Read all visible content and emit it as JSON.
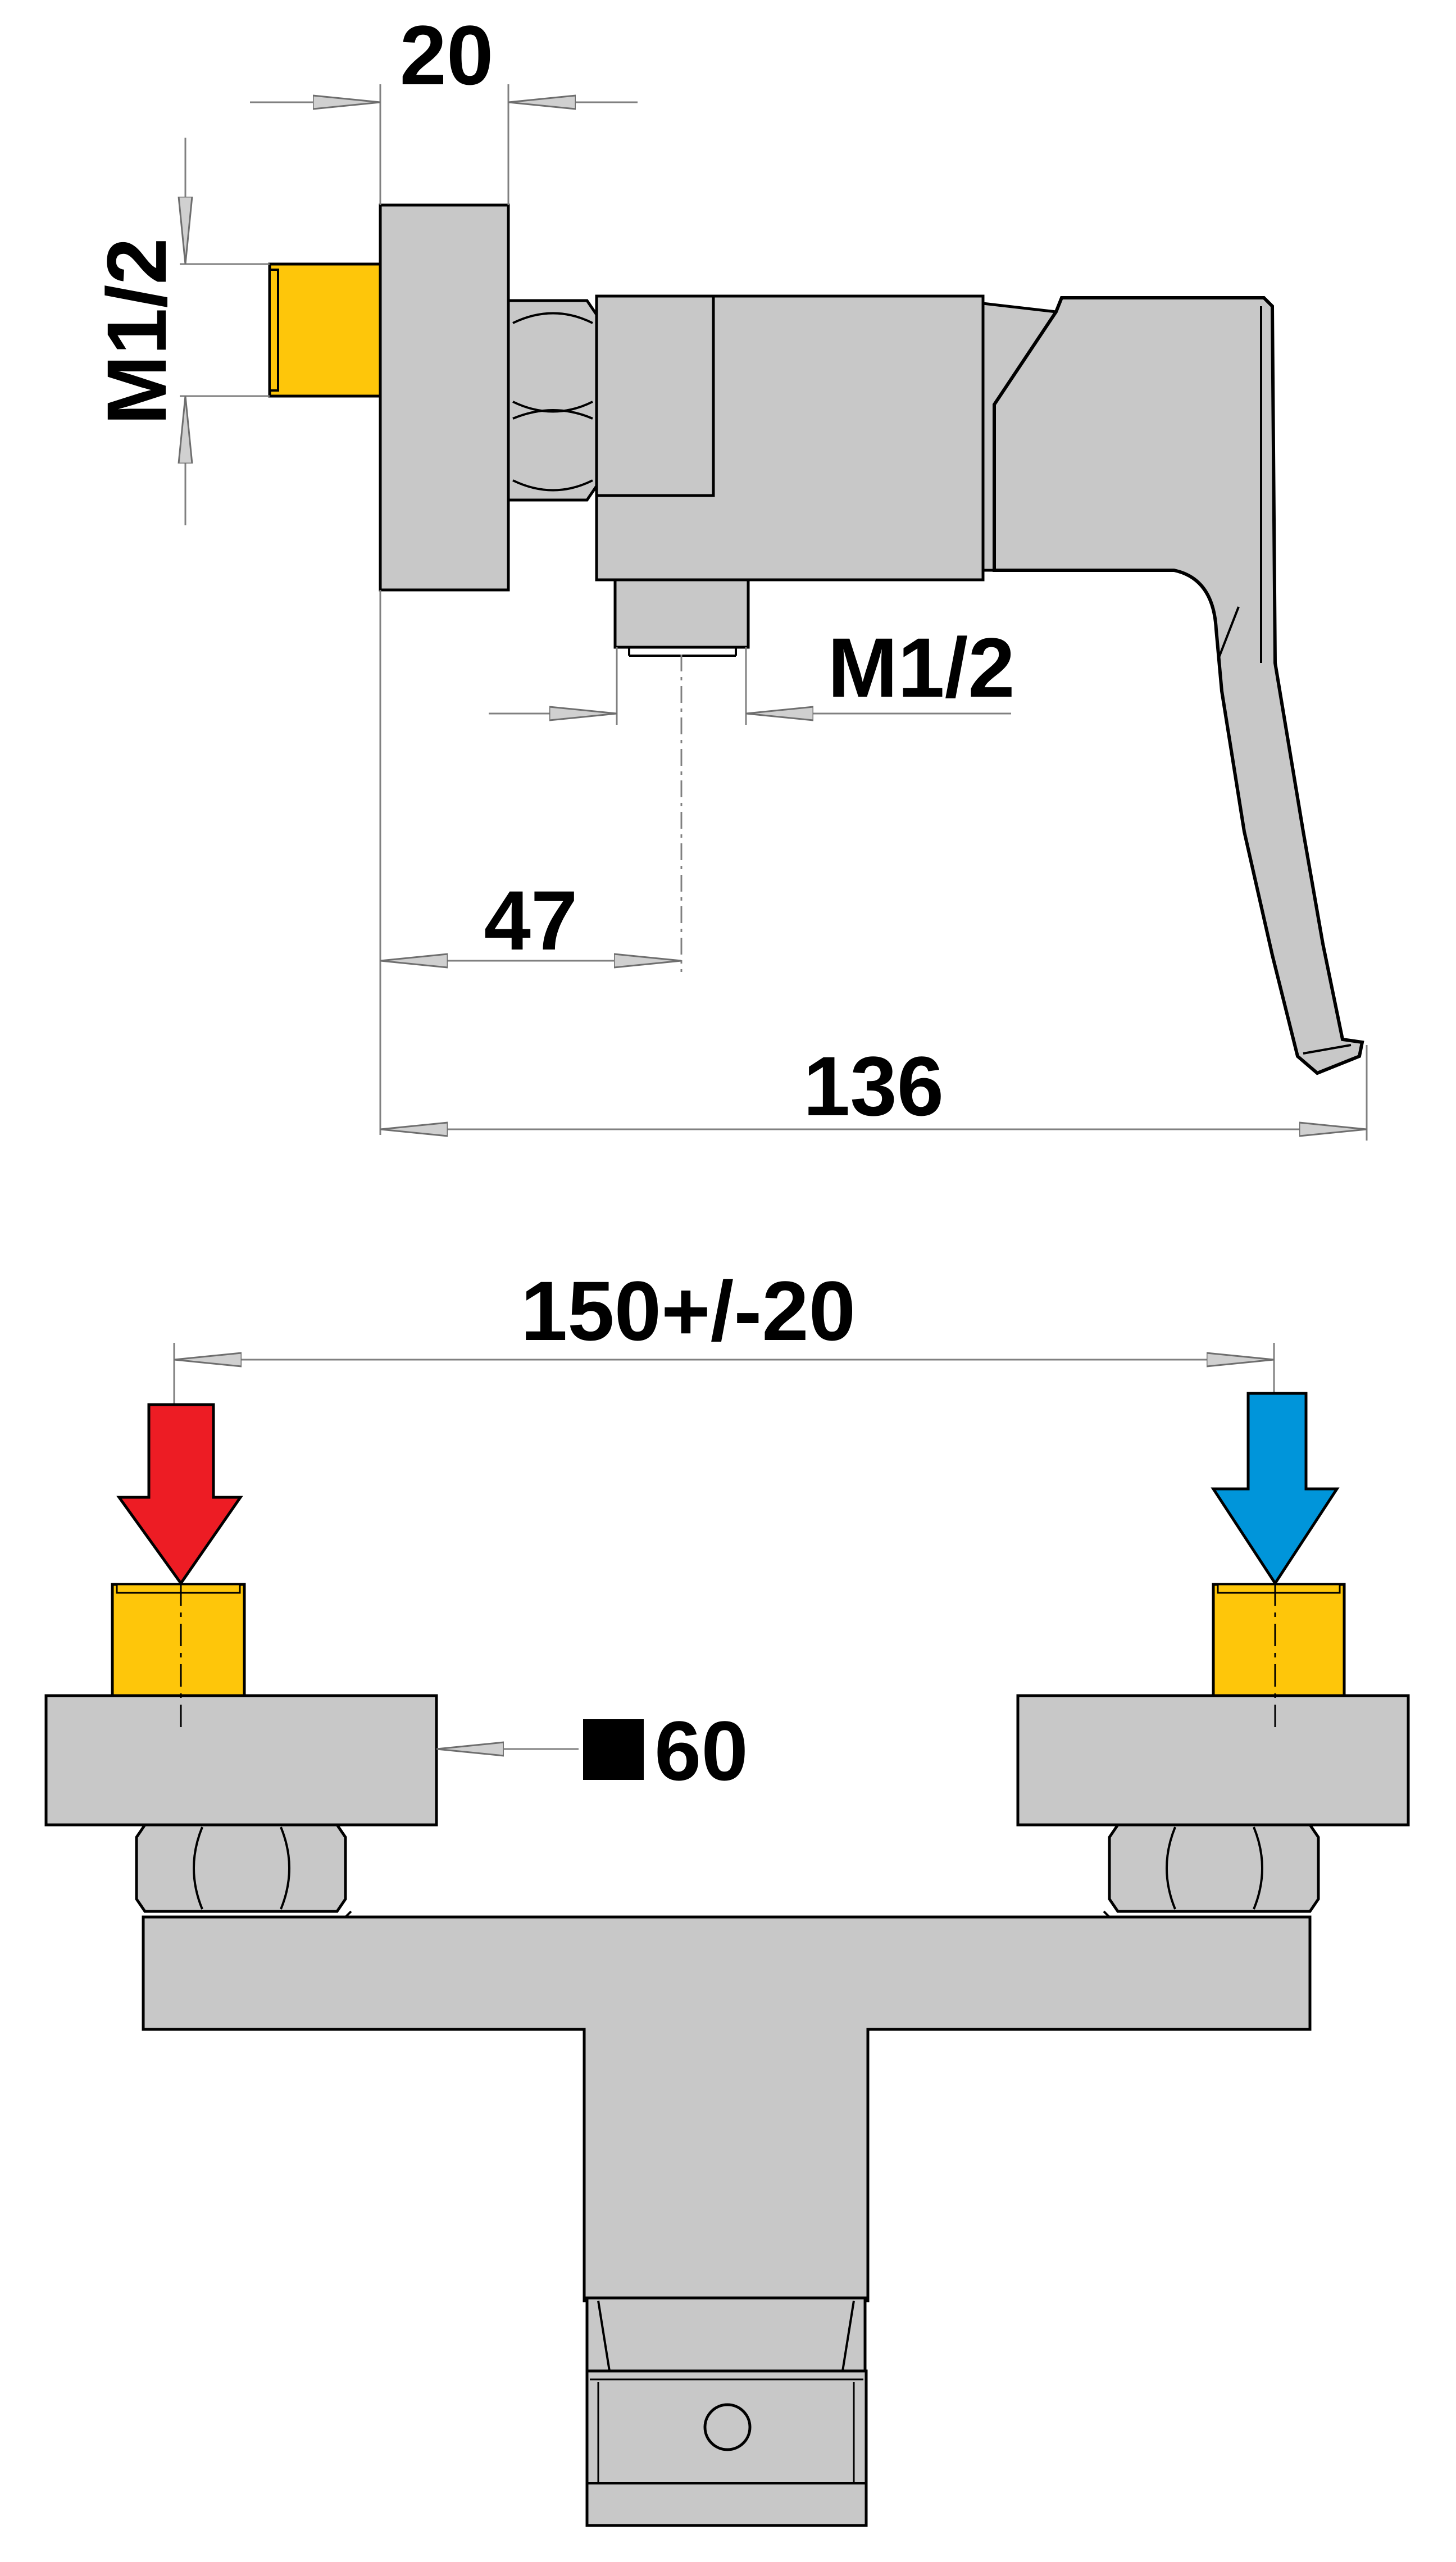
{
  "side_view": {
    "dimensions": {
      "flange_thickness": "20",
      "inlet_thread": "M1/2",
      "outlet_thread": "M1/2",
      "outlet_offset": "47",
      "overall_depth": "136"
    }
  },
  "front_view": {
    "dimensions": {
      "inlet_spacing": "150+/-20",
      "flange_size": "60"
    },
    "flange_size_symbol": "filled-square-icon",
    "hot_inlet_arrow": {
      "icon": "arrow-down-icon",
      "color": "#ed1c24"
    },
    "cold_inlet_arrow": {
      "icon": "arrow-down-icon",
      "color": "#0095da"
    }
  },
  "colors": {
    "metal_body": "#c8c8c8",
    "thread": "#fec60a",
    "outline": "#000000",
    "dimension_line": "#808080"
  }
}
